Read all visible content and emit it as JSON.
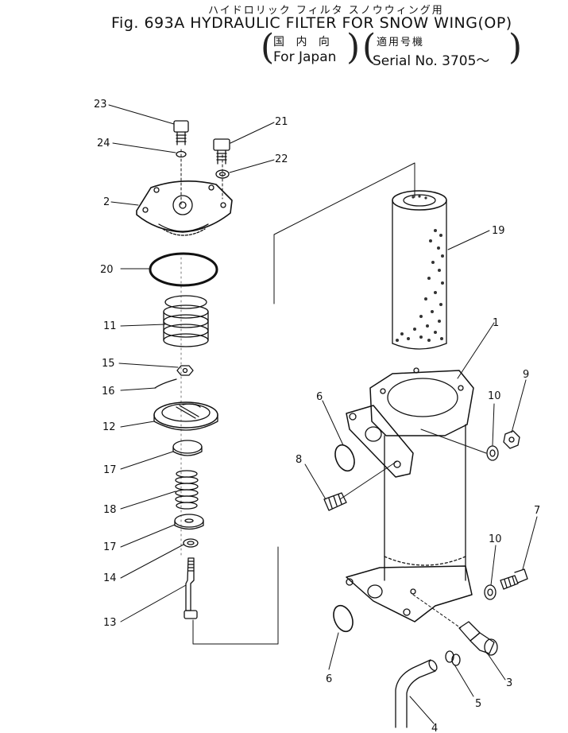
{
  "header": {
    "japanese_title": "ハイドロリック フィルタ スノウウィング用",
    "figure_title": "Fig. 693A HYDRAULIC FILTER FOR SNOW WING(OP)",
    "region_jp": "国 内 向",
    "region_en": "For Japan",
    "serial_jp": "適用号機",
    "serial_en": "Serial No. 3705～"
  },
  "part_numbers": {
    "p23": "23",
    "p21": "21",
    "p24": "24",
    "p22": "22",
    "p2": "2",
    "p19": "19",
    "p20": "20",
    "p11": "11",
    "p1": "1",
    "p15": "15",
    "p16": "16",
    "p9": "9",
    "p6a": "6",
    "p10a": "10",
    "p12": "12",
    "p8": "8",
    "p17a": "17",
    "p18": "18",
    "p7": "7",
    "p17b": "17",
    "p10b": "10",
    "p14": "14",
    "p13": "13",
    "p6b": "6",
    "p3": "3",
    "p5": "5",
    "p4": "4"
  }
}
